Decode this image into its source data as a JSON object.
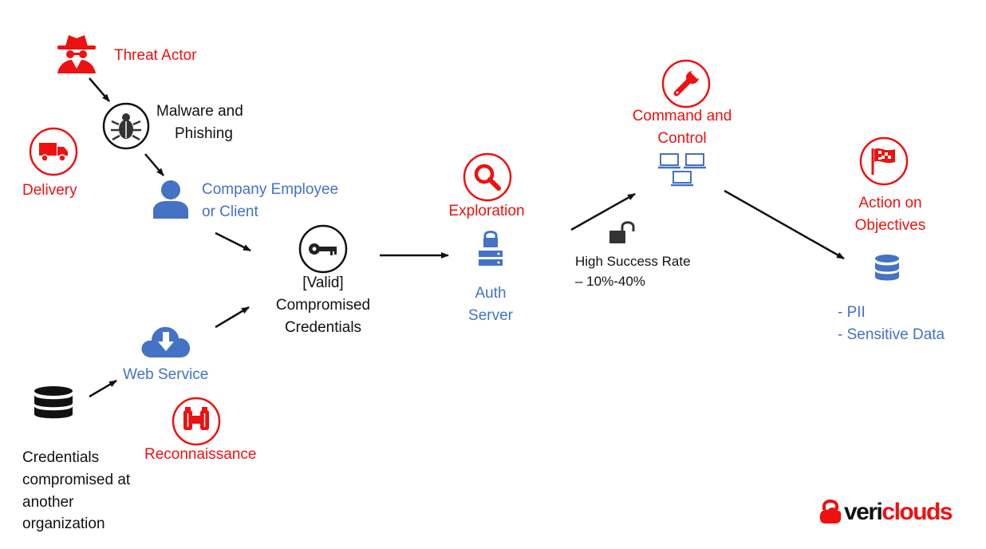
{
  "labels": {
    "threat_actor": "Threat Actor",
    "malware_1": "Malware and",
    "malware_2": "Phishing",
    "delivery": "Delivery",
    "employee_1": "Company Employee",
    "employee_2": "or Client",
    "creds_1": "[Valid]",
    "creds_2": "Compromised",
    "creds_3": "Credentials",
    "exploration": "Exploration",
    "auth_1": "Auth",
    "auth_2": "Server",
    "success_1": "High Success Rate",
    "success_2": "– 10%-40%",
    "c2_1": "Command and",
    "c2_2": "Control",
    "action_1": "Action on",
    "action_2": "Objectives",
    "pii": "- PII",
    "sensitive": "- Sensitive Data",
    "web_service": "Web Service",
    "reconnaissance": "Reconnaissance",
    "other_1": "Credentials",
    "other_2": "compromised at",
    "other_3": "another",
    "other_4": "organization"
  },
  "logo": {
    "prefix": "veri",
    "suffix": "clouds"
  },
  "colors": {
    "red": "#ee1111",
    "blue": "#4472c4",
    "black": "#111111"
  },
  "icons": [
    "spy-icon",
    "bug-icon",
    "truck-icon",
    "user-icon",
    "key-icon",
    "search-icon",
    "lock-server-icon",
    "unlock-icon",
    "wrench-icon",
    "network-icon",
    "flag-icon",
    "database-icon",
    "cloud-download-icon",
    "binoculars-icon"
  ]
}
